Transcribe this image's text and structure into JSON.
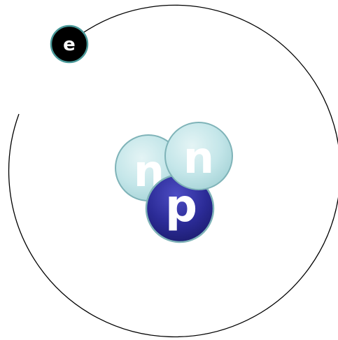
{
  "diagram": {
    "orbit": {
      "stroke_color": "#000000"
    },
    "electron": {
      "label": "e",
      "fill_color": "#000000",
      "rim_color": "#4a9a9a"
    },
    "nucleus": {
      "neutron_back": {
        "label": "n",
        "fill_color": "#bfe3e6",
        "rim_color": "#7fb3b8"
      },
      "neutron_front": {
        "label": "n",
        "fill_color": "#c4e6e9",
        "rim_color": "#7fb3b8"
      },
      "proton": {
        "label": "p",
        "fill_color": "#2b2b96",
        "rim_color": "#7fb3b8"
      }
    }
  }
}
